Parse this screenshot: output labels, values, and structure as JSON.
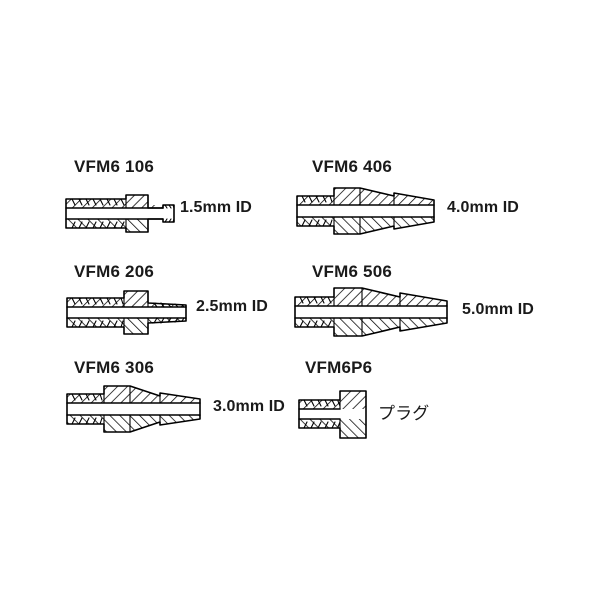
{
  "diagram": {
    "title": "VFM6 series hose barb fittings",
    "background_color": "#ffffff",
    "line_color": "#000000",
    "text_color": "#1a1a1a",
    "parts": [
      {
        "code": "VFM6 106",
        "spec": "1.5mm ID",
        "spec_lang": "en",
        "barb_length": "short",
        "barb_diameter": "small"
      },
      {
        "code": "VFM6 406",
        "spec": "4.0mm ID",
        "spec_lang": "en",
        "barb_length": "long",
        "barb_diameter": "large"
      },
      {
        "code": "VFM6 206",
        "spec": "2.5mm ID",
        "spec_lang": "en",
        "barb_length": "short",
        "barb_diameter": "medium-small"
      },
      {
        "code": "VFM6 506",
        "spec": "5.0mm ID",
        "spec_lang": "en",
        "barb_length": "long",
        "barb_diameter": "largest"
      },
      {
        "code": "VFM6 306",
        "spec": "3.0mm ID",
        "spec_lang": "en",
        "barb_length": "medium",
        "barb_diameter": "medium"
      },
      {
        "code": "VFM6P6",
        "spec": "プラグ",
        "spec_lang": "ja",
        "barb_length": "none",
        "barb_diameter": "none"
      }
    ]
  }
}
